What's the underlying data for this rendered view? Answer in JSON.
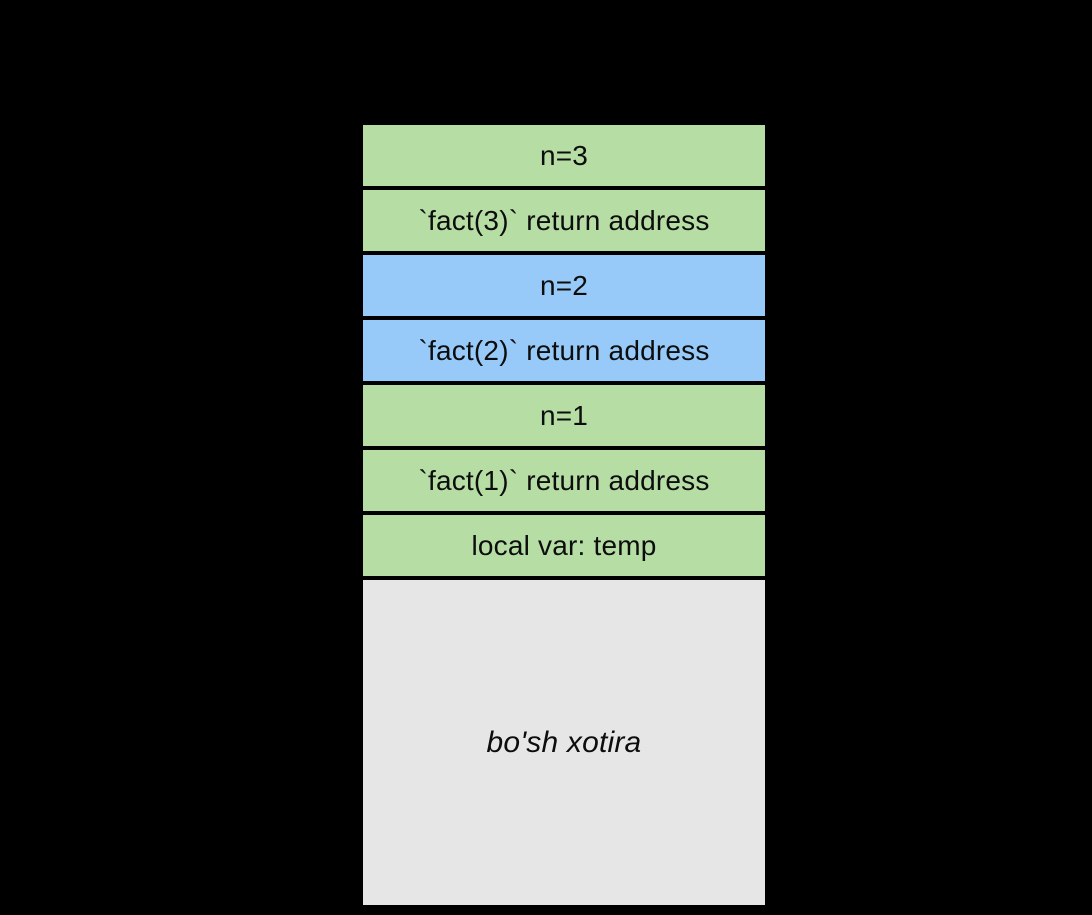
{
  "diagram": {
    "type": "call-stack",
    "stack": {
      "rows": [
        {
          "label": "n=3",
          "kind": "frame-fact3-arg",
          "fill": "#b5dda4"
        },
        {
          "label": "`fact(3)` return address",
          "kind": "frame-fact3-return",
          "fill": "#b5dda4"
        },
        {
          "label": "n=2",
          "kind": "frame-fact2-arg",
          "fill": "#97caf9"
        },
        {
          "label": "`fact(2)` return address",
          "kind": "frame-fact2-return",
          "fill": "#97caf9"
        },
        {
          "label": "n=1",
          "kind": "frame-fact1-arg",
          "fill": "#b5dda4"
        },
        {
          "label": "`fact(1)` return address",
          "kind": "frame-fact1-return",
          "fill": "#b5dda4"
        },
        {
          "label": "local var: temp",
          "kind": "frame-local-var",
          "fill": "#b5dda4"
        },
        {
          "label": "bo'sh xotira",
          "kind": "free-memory",
          "fill": "#e6e6e6"
        }
      ]
    },
    "colors": {
      "frame_green": "#b5dda4",
      "frame_blue": "#97caf9",
      "free_memory_gray": "#e6e6e6",
      "border": "#000000",
      "background": "#000000",
      "text": "#0d0d0d"
    }
  }
}
